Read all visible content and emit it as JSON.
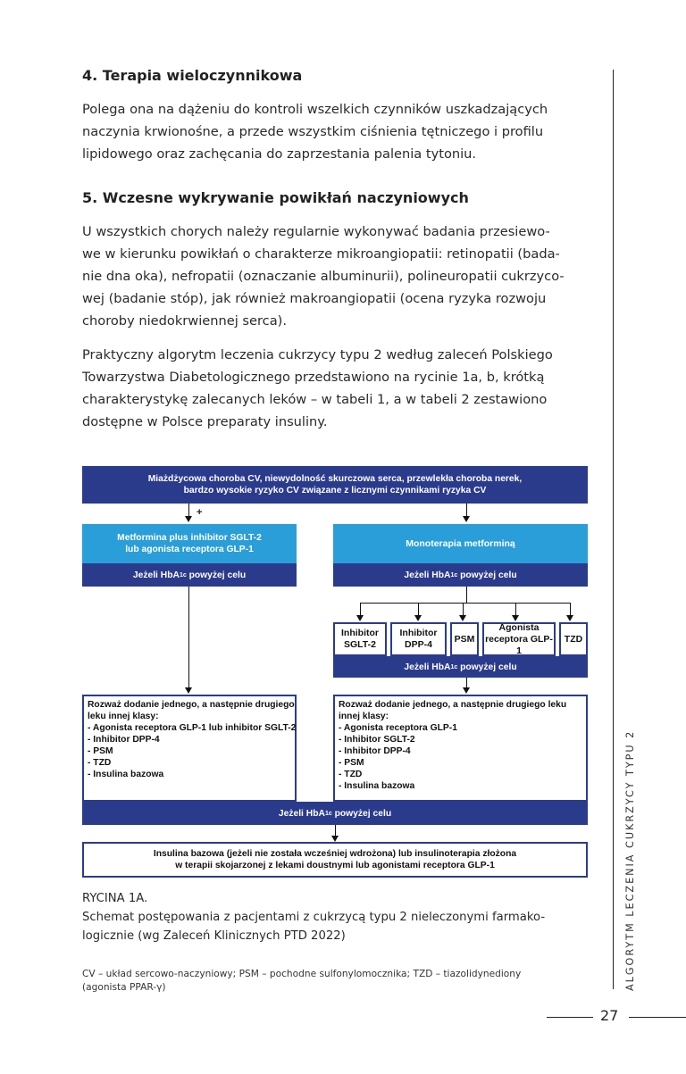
{
  "section4": {
    "heading": "4. Terapia wieloczynnikowa",
    "lines": [
      "Polega ona na dążeniu do kontroli wszelkich czynników uszkadzających",
      "naczynia krwionośne, a przede wszystkim ciśnienia tętniczego i profilu",
      "lipidowego oraz zachęcania do zaprzestania palenia tytoniu."
    ]
  },
  "section5": {
    "heading": "5. Wczesne wykrywanie powikłań naczyniowych",
    "para1": [
      "U wszystkich chorych należy regularnie wykonywać badania przesiewo-",
      "we w kierunku powikłań o charakterze mikroangiopatii: retinopatii (bada-",
      "nie dna oka), nefropatii (oznaczanie albuminurii), polineuropatii cukrzyco-",
      "wej (badanie stóp), jak również makroangiopatii (ocena ryzyka rozwoju",
      "choroby niedokrwiennej serca)."
    ],
    "para2": [
      "Praktyczny algorytm leczenia cukrzycy typu 2 według zaleceń Polskiego",
      "Towarzystwa Diabetologicznego przedstawiono na rycinie 1a, b, krótką",
      "charakterystykę zalecanych leków – w tabeli 1, a w tabeli 2 zestawiono",
      "dostępne w Polsce preparaty insuliny."
    ]
  },
  "flowchart": {
    "top_line1": "Miażdżycowa choroba CV, niewydolność skurczowa serca, przewlekła choroba nerek,",
    "top_line2": "bardzo wysokie ryzyko CV związane z licznymi czynnikami ryzyka CV",
    "plus": "+",
    "left_box_line1": "Metformina plus inhibitor SGLT-2",
    "left_box_line2": "lub agonista receptora GLP-1",
    "right_box": "Monoterapia metforminą",
    "hba_prefix": "Jeżeli HbA",
    "hba_sub": "1c",
    "hba_suffix": " powyżej celu",
    "drugs": [
      {
        "l1": "Inhibitor",
        "l2": "SGLT-2"
      },
      {
        "l1": "Inhibitor",
        "l2": "DPP-4"
      },
      {
        "l1": "PSM",
        "l2": ""
      },
      {
        "l1": "Agonista",
        "l2": "receptora GLP-1"
      },
      {
        "l1": "TZD",
        "l2": ""
      }
    ],
    "left_opts": [
      "Rozważ dodanie jednego, a następnie drugiego",
      "leku innej klasy:",
      "- Agonista receptora GLP-1 lub inhibitor SGLT-2",
      "- Inhibitor DPP-4",
      "- PSM",
      "- TZD",
      "- Insulina bazowa"
    ],
    "right_opts": [
      "Rozważ dodanie jednego, a następnie drugiego leku",
      "innej klasy:",
      "- Agonista receptora GLP-1",
      "- Inhibitor SGLT-2",
      "- Inhibitor DPP-4",
      "- PSM",
      "- TZD",
      "- Insulina bazowa"
    ],
    "bottom_line1": "Insulina bazowa (jeżeli nie została wcześniej wdrożona) lub insulinoterapia złożona",
    "bottom_line2": "w terapii skojarzonej z lekami doustnymi lub agonistami receptora GLP-1"
  },
  "caption": {
    "label": "RYCINA 1A.",
    "line1": "Schemat postępowania z pacjentami z cukrzycą typu 2 nieleczonymi farmako-",
    "line2": "logicznie (wg Zaleceń Klinicznych PTD 2022)"
  },
  "footnote": {
    "line1": "CV – układ sercowo-naczyniowy; PSM – pochodne sulfonylomocznika; TZD – tiazolidynediony",
    "line2": "(agonista PPAR-γ)"
  },
  "side_title": "ALGORYTM LECZENIA CUKRZYCY TYPU 2",
  "page_number": "27",
  "colors": {
    "dark_blue": "#2b3b8c",
    "light_blue": "#2a9ed8"
  }
}
